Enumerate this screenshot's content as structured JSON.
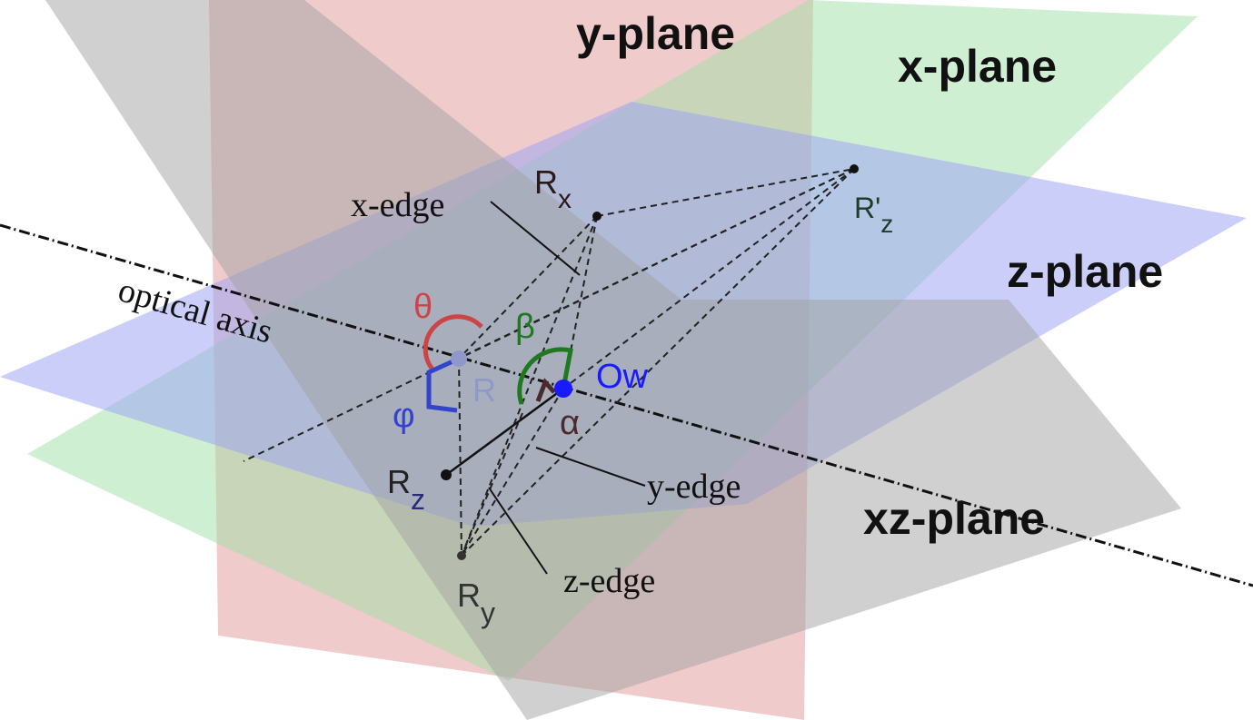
{
  "planes": {
    "y_plane": {
      "label": "y-plane",
      "color": "#e3a0a0"
    },
    "x_plane": {
      "label": "x-plane",
      "color": "#9fe0a6"
    },
    "z_plane": {
      "label": "z-plane",
      "color": "#9ea6f2"
    },
    "xz_plane": {
      "label": "xz-plane",
      "color": "#a2a2a2"
    }
  },
  "points": {
    "rx": {
      "main": "R",
      "sub": "x"
    },
    "rz_prime": {
      "main": "R'",
      "sub": "z"
    },
    "r": {
      "main": "R"
    },
    "ow": {
      "main": "Ow",
      "color": "#1a1aff"
    },
    "rz": {
      "main": "R",
      "sub": "z"
    },
    "ry": {
      "main": "R",
      "sub": "y"
    }
  },
  "angles": {
    "theta": {
      "label": "θ",
      "color": "#cc4444"
    },
    "phi": {
      "label": "φ",
      "color": "#3344cc"
    },
    "beta": {
      "label": "β",
      "color": "#1f7a1f"
    },
    "alpha": {
      "label": "α",
      "color": "#4a2a2a"
    }
  },
  "edges": {
    "x_edge": "x-edge",
    "y_edge": "y-edge",
    "z_edge": "z-edge"
  },
  "axis": {
    "optical_axis": "optical axis"
  }
}
